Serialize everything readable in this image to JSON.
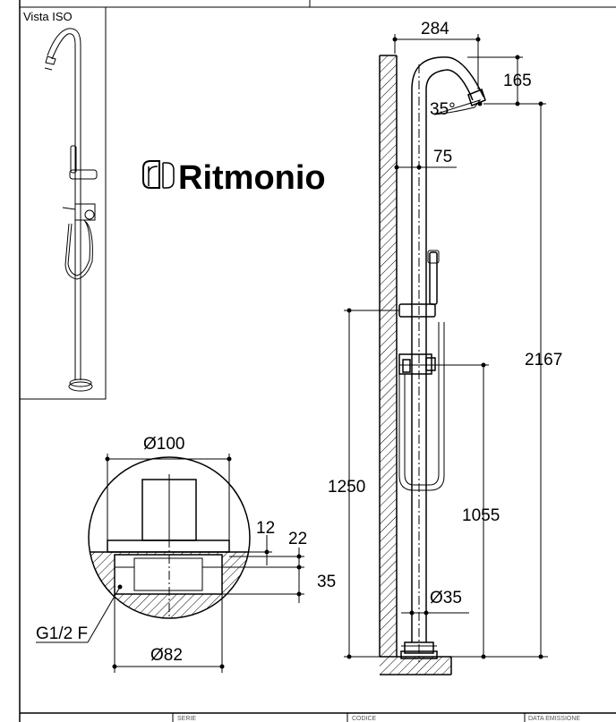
{
  "iso_view": {
    "label": "Vista ISO"
  },
  "brand": {
    "name": "Ritmonio",
    "logo": "r-monogram-logo"
  },
  "front_view": {
    "dimensions": {
      "spout_reach": "284",
      "spout_drop": "165",
      "spout_angle": "35°",
      "wall_offset": "75",
      "total_height": "2167",
      "hand_shower_height": "1250",
      "mixer_height": "1055",
      "column_diameter": "Ø35"
    }
  },
  "detail_view": {
    "dimensions": {
      "flange_diameter": "Ø100",
      "depth_12": "12",
      "depth_22": "22",
      "depth_35": "35",
      "thread": "G1/2 F",
      "base_diameter": "Ø82"
    }
  },
  "title_block": {
    "field_1": "SERIE",
    "field_2": "CODICE",
    "field_3": "DATA EMISSIONE"
  }
}
